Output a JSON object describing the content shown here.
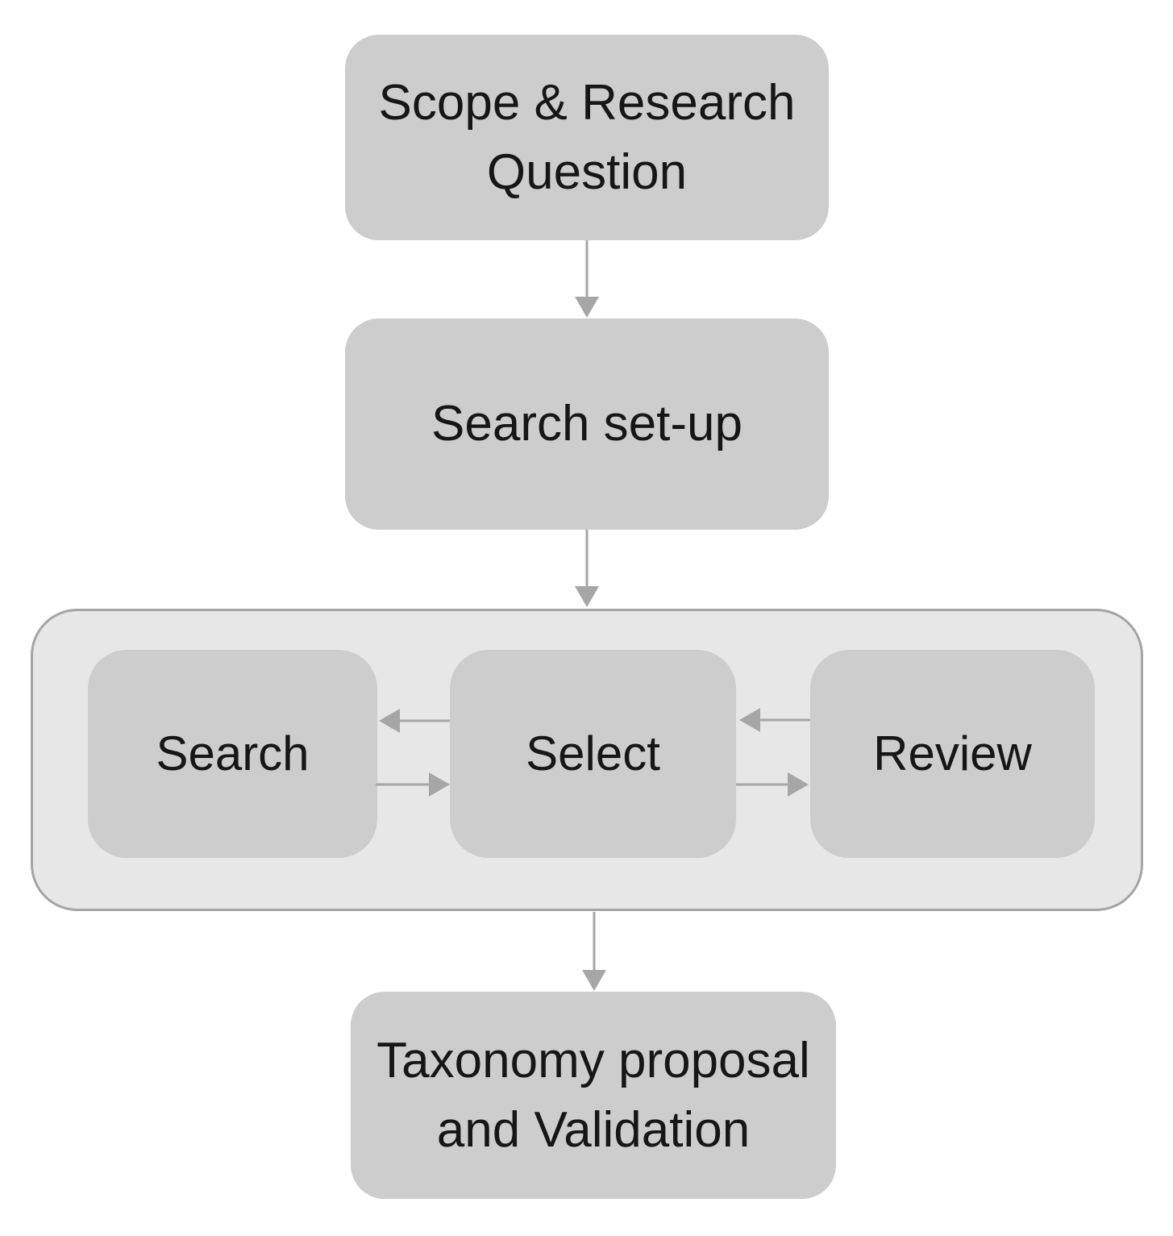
{
  "colors": {
    "background": "#ffffff",
    "node_fill": "#cecdcd",
    "container_fill": "#e8e7e7",
    "container_border": "#a6a3a3",
    "arrow": "#a8a5a5",
    "text": "#161616"
  },
  "nodes": {
    "scope": {
      "lines": [
        "Scope & Research",
        "Question"
      ]
    },
    "search_setup": {
      "label": "Search set-up"
    },
    "search": {
      "label": "Search"
    },
    "select": {
      "label": "Select"
    },
    "review": {
      "label": "Review"
    },
    "taxonomy": {
      "lines": [
        "Taxonomy proposal",
        "and Validation"
      ]
    }
  },
  "arrows": [
    {
      "from": "scope",
      "to": "search_setup",
      "direction": "down"
    },
    {
      "from": "search_setup",
      "to": "subprocess-container",
      "direction": "down"
    },
    {
      "from": "select",
      "to": "search",
      "direction": "left"
    },
    {
      "from": "search",
      "to": "select",
      "direction": "right"
    },
    {
      "from": "review",
      "to": "select",
      "direction": "left"
    },
    {
      "from": "select",
      "to": "review",
      "direction": "right"
    },
    {
      "from": "subprocess-container",
      "to": "taxonomy",
      "direction": "down"
    }
  ]
}
